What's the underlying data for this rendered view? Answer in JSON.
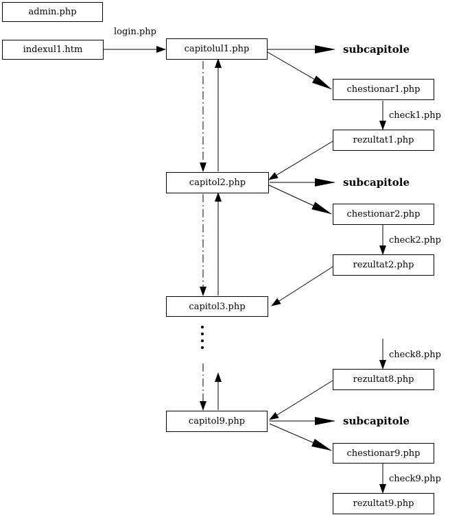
{
  "nodes": {
    "admin": "admin.php",
    "indexul1": "indexul1.htm",
    "capitolul1": "capitolul1.php",
    "chestionar1": "chestionar1.php",
    "rezultat1": "rezultat1.php",
    "capitol2": "capitol2.php",
    "chestionar2": "chestionar2.php",
    "rezultat2": "rezultat2.php",
    "capitol3": "capitol3.php",
    "rezultat8": "rezultat8.php",
    "capitol9": "capitol9.php",
    "chestionar9": "chestionar9.php",
    "rezultat9": "rezultat9.php"
  },
  "edge_labels": {
    "login": "login.php",
    "check1": "check1.php",
    "check2": "check2.php",
    "check8": "check8.php",
    "check9": "check9.php"
  },
  "subcapitole": {
    "s1": "subcapitole",
    "s2": "subcapitole",
    "s9": "subcapitole"
  }
}
